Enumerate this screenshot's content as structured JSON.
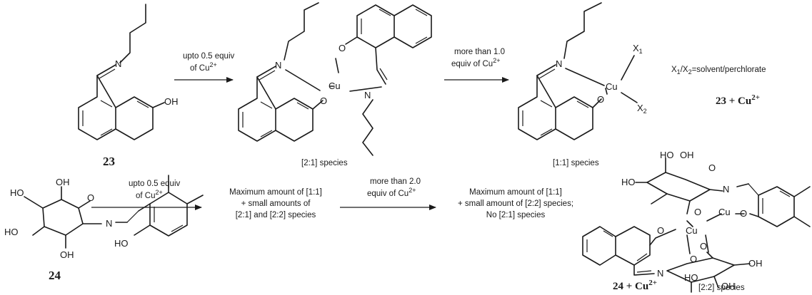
{
  "arrows": {
    "a1": {
      "line1": "upto 0.5 equiv",
      "line2": "of Cu",
      "ion": "2+"
    },
    "a2": {
      "line1": "more than 1.0",
      "line2": "equiv of Cu",
      "ion": "2+"
    },
    "a3": {
      "line1": "upto 0.5 equiv",
      "line2": "of Cu",
      "ion": "2+"
    },
    "a4": {
      "line1": "more than 2.0",
      "line2": "equiv of Cu",
      "ion": "2+"
    }
  },
  "compounds": {
    "c23": "23",
    "c24": "24",
    "mix23": {
      "num": "23 + Cu",
      "ion": "2+"
    },
    "mix24": {
      "num": "24 + Cu",
      "ion": "2+"
    }
  },
  "species": {
    "s21": "[2:1] species",
    "s11": "[1:1] species",
    "s22": "[2:2] species"
  },
  "note": {
    "x1": "X",
    "sub1": "1",
    "slash": "/X",
    "sub2": "2",
    "rest": "=solvent/perchlorate"
  },
  "results": {
    "r1": [
      "Maximum amount of [1:1]",
      "+ small amounts of",
      "[2:1] and [2:2] species"
    ],
    "r2": [
      "Maximum amount of [1:1]",
      "+ small amount of [2:2] species;",
      "No [2:1] species"
    ]
  },
  "atoms": {
    "N": "N",
    "O": "O",
    "OH": "OH",
    "HO": "HO",
    "Cu": "Cu",
    "X1": "X",
    "X2": "X",
    "sub1": "1",
    "sub2": "2"
  }
}
